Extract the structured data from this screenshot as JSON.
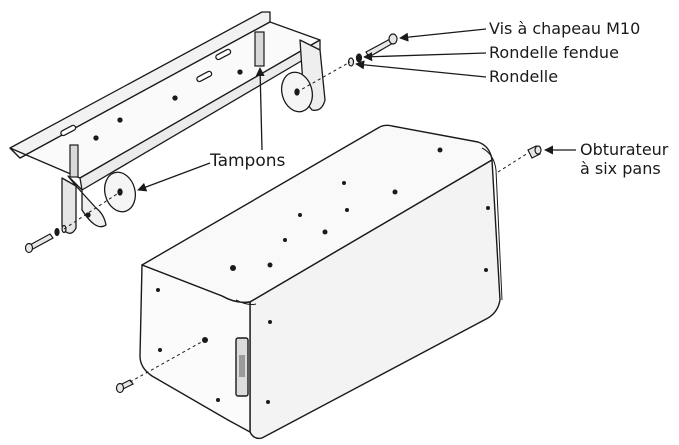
{
  "labels": {
    "screw": "Vis à chapeau M10",
    "split_washer": "Rondelle fendue",
    "washer": "Rondelle",
    "pads": "Tampons",
    "plug_line1": "Obturateur",
    "plug_line2": "à six pans"
  },
  "colors": {
    "line": "#1a1a1a",
    "fill_light": "#f7f7f7",
    "fill_mid": "#ececec",
    "fill_dark": "#d9d9d9"
  }
}
